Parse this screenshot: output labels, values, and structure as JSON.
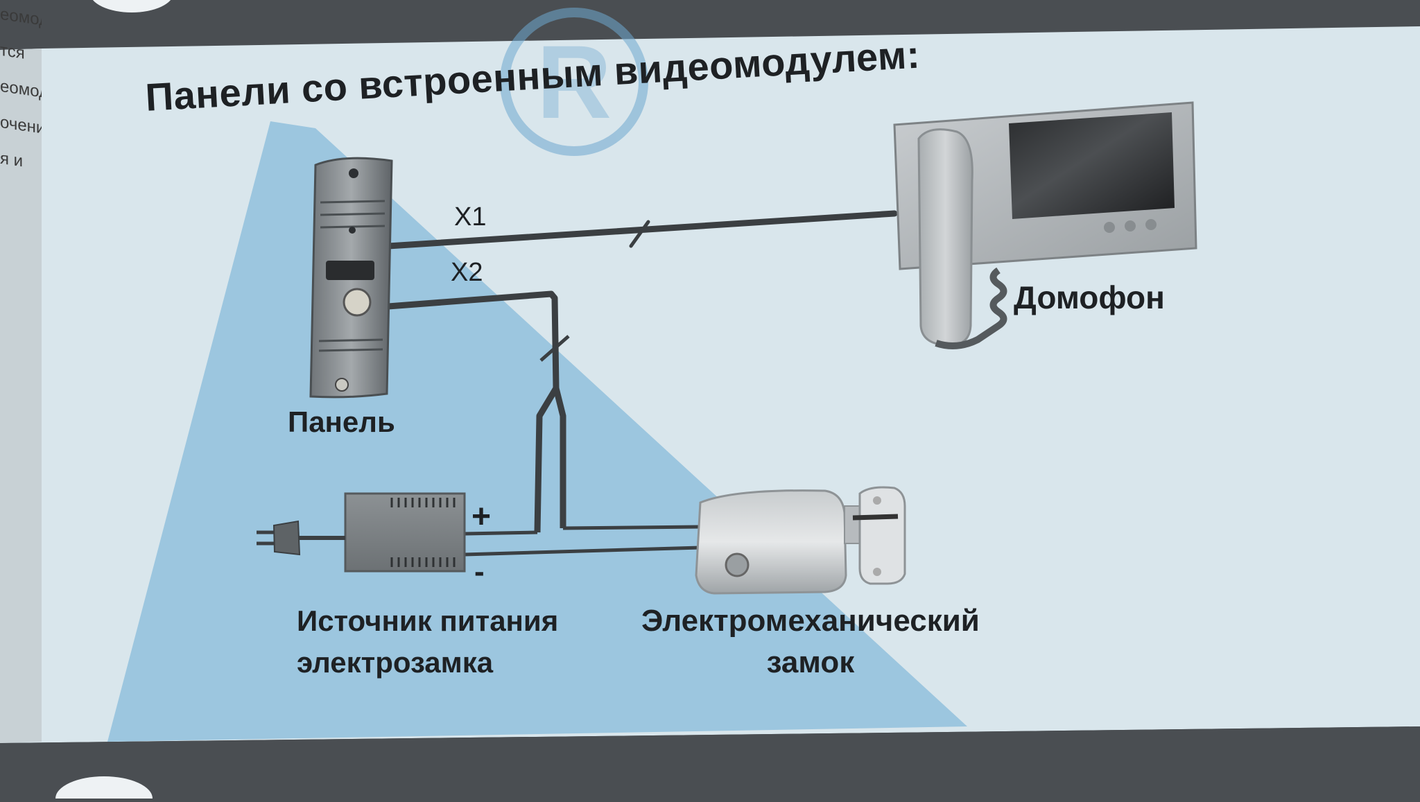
{
  "diagram": {
    "title": "Панели со встроенным видеомодулем:",
    "labels": {
      "panel": "Панель",
      "intercom": "Домофон",
      "psu_line1": "Источник питания",
      "psu_line2": "электрозамка",
      "lock_line1": "Электромеханический",
      "lock_line2": "замок",
      "x1": "X1",
      "x2": "X2",
      "plus": "+",
      "minus": "-"
    },
    "side_text_lines": [
      "еомодул",
      "тся",
      "еомоду",
      "очени",
      "я и"
    ],
    "logo_letter": "R",
    "colors": {
      "paper": "#d9e6ec",
      "accent_blue": "#9cc6df",
      "dark_band": "#4a4e52",
      "device_gray": "#8e9396",
      "text": "#1e2124"
    }
  }
}
